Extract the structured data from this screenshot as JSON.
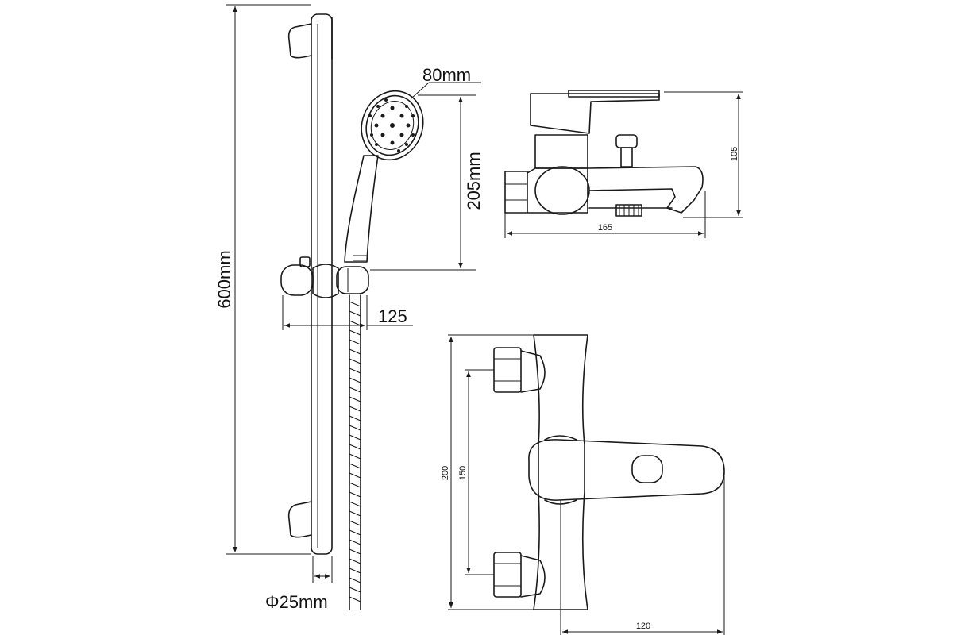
{
  "labels": {
    "head_diameter": "80mm",
    "head_height": "205mm",
    "rail_length": "600mm",
    "holder_offset": "125",
    "rail_diameter": "Φ25mm",
    "mixer_height": "105",
    "mixer_length": "165",
    "overall_height": "200",
    "inlet_spacing": "150",
    "projection": "120"
  }
}
